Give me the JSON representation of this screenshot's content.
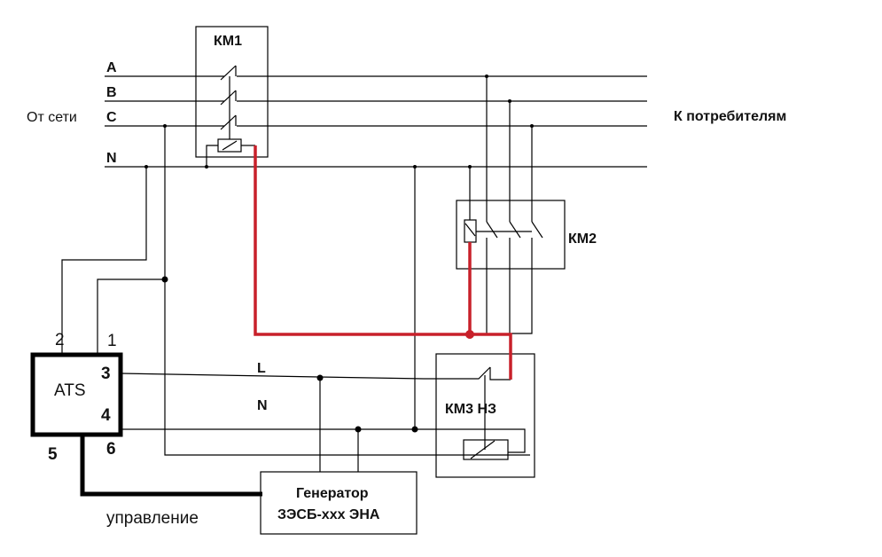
{
  "diagram": {
    "title": "ATS generator switching circuit",
    "colors": {
      "wire": "#000000",
      "control_wire": "#c8202a",
      "background": "#ffffff"
    },
    "labels": {
      "from_grid": "От сети",
      "to_consumers": "К потребителям",
      "phase_a": "A",
      "phase_b": "B",
      "phase_c": "C",
      "neutral": "N",
      "km1": "КМ1",
      "km2": "КМ2",
      "km3": "КМ3 НЗ",
      "ats": "ATS",
      "ats_pin_1": "1",
      "ats_pin_2": "2",
      "ats_pin_3": "3",
      "ats_pin_4": "4",
      "ats_pin_5": "5",
      "ats_pin_6": "6",
      "line_l": "L",
      "line_n": "N",
      "generator_line1": "Генератор",
      "generator_line2": "ЗЭСБ-ххх ЭНА",
      "control": "управление"
    },
    "components": [
      {
        "id": "KM1",
        "type": "contactor",
        "poles": 3,
        "contacts": "normally-open"
      },
      {
        "id": "KM2",
        "type": "contactor",
        "poles": 3,
        "contacts": "normally-open"
      },
      {
        "id": "KM3",
        "type": "relay",
        "contacts": "normally-closed"
      },
      {
        "id": "ATS",
        "type": "controller",
        "pins": 6
      },
      {
        "id": "Generator",
        "type": "generator"
      }
    ]
  }
}
